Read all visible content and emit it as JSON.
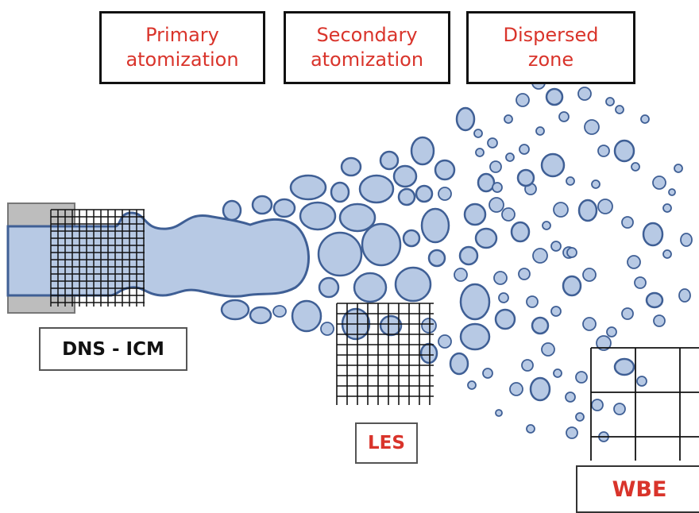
{
  "labels": {
    "primary_atomization": "Primary\natomization",
    "secondary_atomization": "Secondary\natomization",
    "dispersed_zone": "Dispersed\nzone",
    "dns_icm": "DNS - ICM",
    "les": "LES",
    "wbe": "WBE"
  },
  "colors": {
    "droplet_fill": "#b7c9e4",
    "droplet_stroke": "#3f5f95",
    "label_red": "#d9342b",
    "nozzle_gray": "#bdbdbd",
    "grid_line": "#111111"
  }
}
